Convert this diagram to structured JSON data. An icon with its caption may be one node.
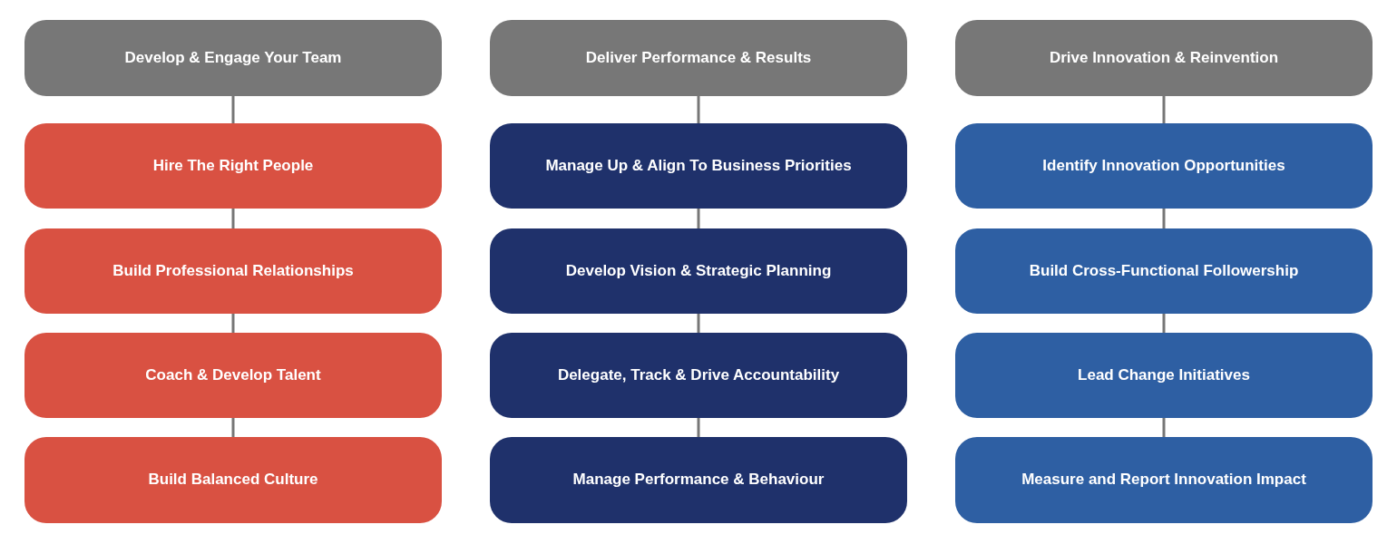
{
  "diagram": {
    "nodes": [
      {
        "text": [
          "Develop & Engage Your Team"
        ]
      },
      {
        "text": [
          "Hire The Right People"
        ]
      },
      {
        "text": [
          "Build Professional Relationships"
        ]
      },
      {
        "text": [
          "Coach & Develop Talent"
        ]
      },
      {
        "text": [
          "Build Balanced Culture"
        ]
      },
      {
        "text": [
          "Deliver Performance & Results"
        ]
      },
      {
        "text": [
          "Manage Up & Align To Business Priorities"
        ]
      },
      {
        "text": [
          "Develop Vision & Strategic Planning"
        ]
      },
      {
        "text": [
          "Delegate, Track & Drive Accountability"
        ]
      },
      {
        "text": [
          "Manage Performance & Behaviour"
        ]
      },
      {
        "text": [
          "Drive Innovation & Reinvention"
        ]
      },
      {
        "text": [
          "Identify Innovation Opportunities"
        ]
      },
      {
        "text": [
          "Build Cross-Functional Followership"
        ]
      },
      {
        "text": [
          "Lead Change Initiatives"
        ]
      },
      {
        "text": [
          "Measure and Report Innovation Impact"
        ]
      }
    ],
    "edges": [
      {
        "from": 0,
        "to": 1,
        "arrow": "none"
      },
      {
        "from": 1,
        "to": 2,
        "arrow": "none"
      },
      {
        "from": 2,
        "to": 3,
        "arrow": "none"
      },
      {
        "from": 3,
        "to": 4,
        "arrow": "none"
      },
      {
        "from": 5,
        "to": 6,
        "arrow": "none"
      },
      {
        "from": 6,
        "to": 7,
        "arrow": "none"
      },
      {
        "from": 7,
        "to": 8,
        "arrow": "none"
      },
      {
        "from": 8,
        "to": 9,
        "arrow": "none"
      },
      {
        "from": 10,
        "to": 11,
        "arrow": "none"
      },
      {
        "from": 11,
        "to": 12,
        "arrow": "none"
      },
      {
        "from": 12,
        "to": 13,
        "arrow": "none"
      },
      {
        "from": 13,
        "to": 14,
        "arrow": "none"
      }
    ]
  }
}
